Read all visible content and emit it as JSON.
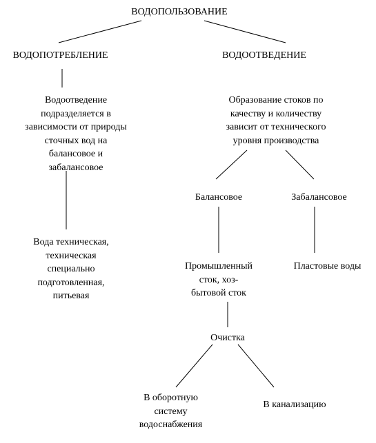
{
  "diagram": {
    "root": "ВОДОПОЛЬЗОВАНИЕ",
    "left_branch": "ВОДОПОТРЕБЛЕНИЕ",
    "right_branch": "ВОДООТВЕДЕНИЕ",
    "left_description": "Водоотведение\nподразделяется в\nзависимости от природы\nсточных вод на\nбалансовое и\nзабалансовое",
    "water_types": "Вода техническая,\nтехническая\nспециально\nподготовленная,\nпитьевая",
    "right_description": "Образование стоков по\nкачеству и количеству\nзависит от технического\nуровня производства",
    "balanced": "Балансовое",
    "off_balance": "Забалансовое",
    "industrial_sewage": "Промышленный\nсток, хоз-\nбытовой сток",
    "formation_water": "Пластовые воды",
    "treatment": "Очистка",
    "recycled_supply": "В оборотную\nсистему\nводоснабжения",
    "to_sewer": "В канализацию"
  }
}
